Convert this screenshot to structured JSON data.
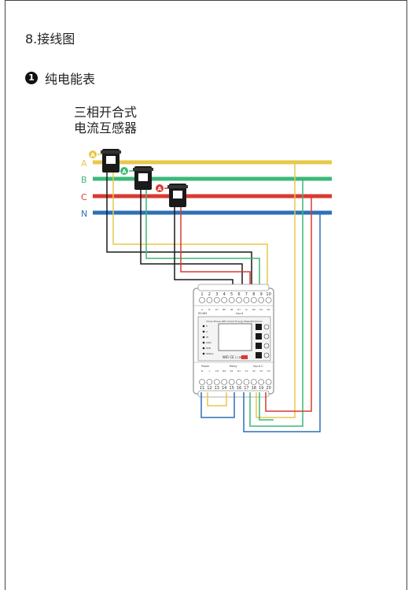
{
  "section": {
    "title": "8.接线图"
  },
  "subsection": {
    "number": "1",
    "title": "纯电能表"
  },
  "ct": {
    "line1": "三相开合式",
    "line2": "电流互感器"
  },
  "phases": [
    {
      "label": "A",
      "color": "#e8c84a"
    },
    {
      "label": "B",
      "color": "#3cb878"
    },
    {
      "label": "C",
      "color": "#d93a32"
    },
    {
      "label": "N",
      "color": "#2f6fb8"
    }
  ],
  "badge_letter": "A",
  "meter": {
    "top_terminals": [
      "1",
      "2",
      "3",
      "4",
      "5",
      "6",
      "7",
      "8",
      "9",
      "10"
    ],
    "bottom_terminals": [
      "11",
      "12",
      "13",
      "14",
      "15",
      "16",
      "17",
      "18",
      "19",
      "20"
    ],
    "top_signals": [
      "A",
      "B",
      "IA*",
      "IB*",
      "IB",
      "IC*",
      "IC",
      "D0",
      "D1",
      "D1"
    ],
    "bottom_signals": [
      "N",
      "L",
      "CH",
      "DO",
      "R1",
      "R1",
      "V1",
      "V2",
      "V3",
      "V3"
    ],
    "top_group": "RS485",
    "top_group2": "Input",
    "bottom_group": "Power",
    "bottom_group2": "Relay",
    "bottom_group3": "Input V",
    "screen_caption": "Three Phase WIFI Smart Energy Meter/Protector",
    "leds": [
      "V",
      "A",
      "W",
      "kWh",
      "WiFi",
      "Status"
    ],
    "certs": "WiFi CE ☐ ☒ FC"
  }
}
